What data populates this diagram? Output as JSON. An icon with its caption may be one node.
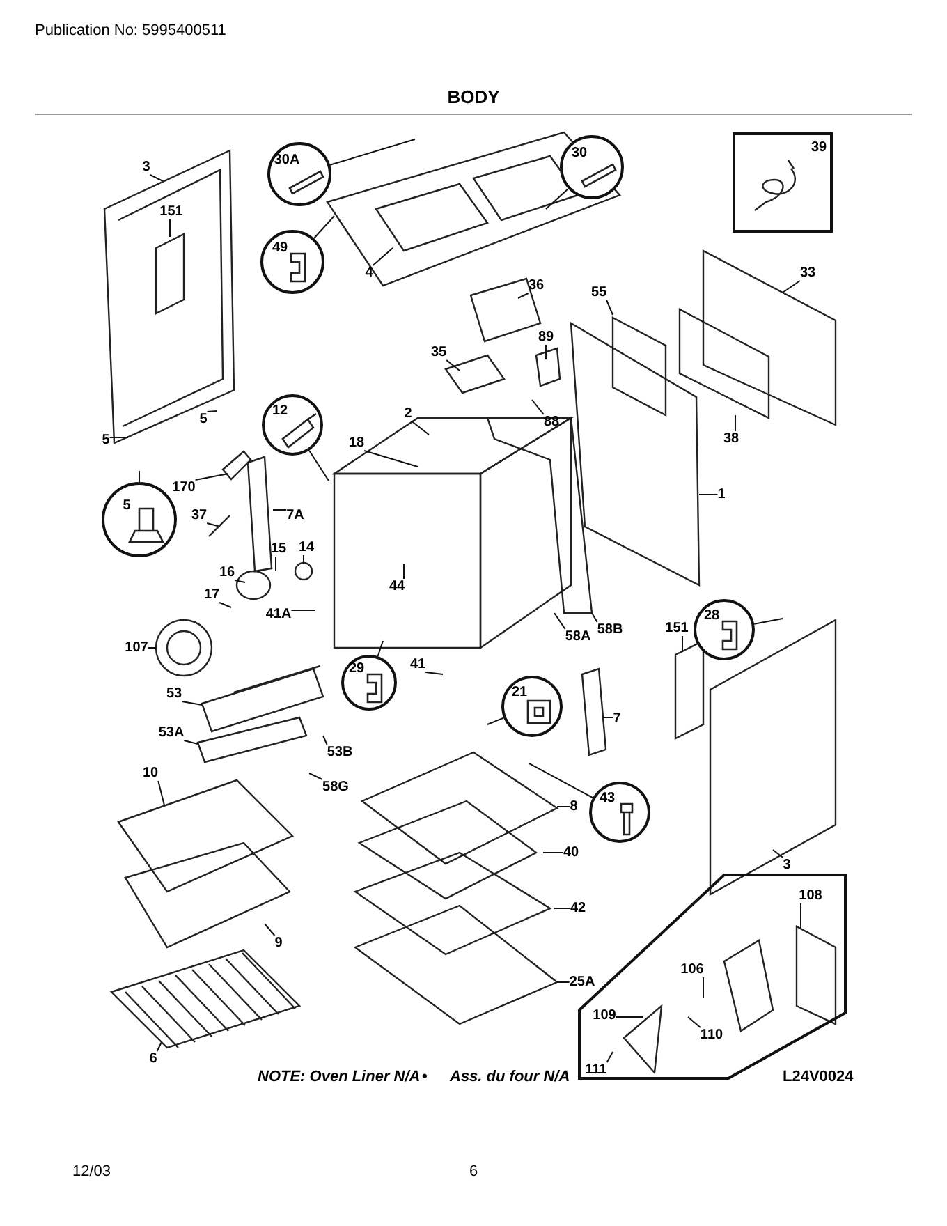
{
  "diagram": {
    "title": "BODY",
    "nodes": [
      {
        "text": [
          "3"
        ]
      },
      {
        "text": [
          "30A"
        ]
      },
      {
        "text": [
          "30"
        ]
      },
      {
        "text": [
          "39"
        ]
      },
      {
        "text": [
          "151"
        ]
      },
      {
        "text": [
          "4"
        ]
      },
      {
        "text": [
          "49"
        ]
      },
      {
        "text": [
          "33"
        ]
      },
      {
        "text": [
          "36"
        ]
      },
      {
        "text": [
          "55"
        ]
      },
      {
        "text": [
          "35"
        ]
      },
      {
        "text": [
          "89"
        ]
      },
      {
        "text": [
          "88"
        ]
      },
      {
        "text": [
          "5"
        ]
      },
      {
        "text": [
          "2"
        ]
      },
      {
        "text": [
          "12"
        ]
      },
      {
        "text": [
          "38"
        ]
      },
      {
        "text": [
          "18"
        ]
      },
      {
        "text": [
          "5"
        ]
      },
      {
        "text": [
          "170"
        ]
      },
      {
        "text": [
          "1"
        ]
      },
      {
        "text": [
          "5"
        ]
      },
      {
        "text": [
          "7A"
        ]
      },
      {
        "text": [
          "37"
        ]
      },
      {
        "text": [
          "15"
        ]
      },
      {
        "text": [
          "14"
        ]
      },
      {
        "text": [
          "16"
        ]
      },
      {
        "text": [
          "17"
        ]
      },
      {
        "text": [
          "44"
        ]
      },
      {
        "text": [
          "41A"
        ]
      },
      {
        "text": [
          "58A"
        ]
      },
      {
        "text": [
          "58B"
        ]
      },
      {
        "text": [
          "28"
        ]
      },
      {
        "text": [
          "151"
        ]
      },
      {
        "text": [
          "107"
        ]
      },
      {
        "text": [
          "41"
        ]
      },
      {
        "text": [
          "29"
        ]
      },
      {
        "text": [
          "53"
        ]
      },
      {
        "text": [
          "21"
        ]
      },
      {
        "text": [
          "7"
        ]
      },
      {
        "text": [
          "53A"
        ]
      },
      {
        "text": [
          "53B"
        ]
      },
      {
        "text": [
          "10"
        ]
      },
      {
        "text": [
          "58G"
        ]
      },
      {
        "text": [
          "8"
        ]
      },
      {
        "text": [
          "43"
        ]
      },
      {
        "text": [
          "40"
        ]
      },
      {
        "text": [
          "3"
        ]
      },
      {
        "text": [
          "42"
        ]
      },
      {
        "text": [
          "9"
        ]
      },
      {
        "text": [],
        "shape": "box"
      },
      {
        "text": [
          "108"
        ],
        "in": 50
      },
      {
        "text": [
          "106"
        ],
        "in": 50
      },
      {
        "text": [
          "25A"
        ]
      },
      {
        "text": [
          "109"
        ],
        "in": 50
      },
      {
        "text": [
          "110"
        ],
        "in": 50
      },
      {
        "text": [
          "111"
        ],
        "in": 50
      },
      {
        "text": [
          "6"
        ]
      }
    ],
    "edges": [
      {
        "from": 0,
        "to": null,
        "arrow": "none"
      },
      {
        "from": 1,
        "to": null,
        "arrow": "none"
      },
      {
        "from": 2,
        "to": null,
        "arrow": "none"
      },
      {
        "from": 4,
        "to": null,
        "arrow": "none"
      },
      {
        "from": 5,
        "to": null,
        "arrow": "none"
      },
      {
        "from": 6,
        "to": null,
        "arrow": "none"
      },
      {
        "from": 7,
        "to": null,
        "arrow": "none"
      },
      {
        "from": 8,
        "to": null,
        "arrow": "none"
      },
      {
        "from": 9,
        "to": null,
        "arrow": "none"
      },
      {
        "from": 10,
        "to": null,
        "arrow": "none"
      },
      {
        "from": 11,
        "to": null,
        "arrow": "none"
      },
      {
        "from": 12,
        "to": null,
        "arrow": "none"
      },
      {
        "from": 13,
        "to": null,
        "arrow": "none"
      },
      {
        "from": 14,
        "to": null,
        "arrow": "none"
      },
      {
        "from": 15,
        "to": null,
        "arrow": "none"
      },
      {
        "from": 16,
        "to": null,
        "arrow": "none"
      },
      {
        "from": 17,
        "to": null,
        "arrow": "none"
      },
      {
        "from": 18,
        "to": null,
        "arrow": "none"
      },
      {
        "from": 19,
        "to": null,
        "arrow": "none"
      },
      {
        "from": 20,
        "to": null,
        "arrow": "none"
      },
      {
        "from": 21,
        "to": null,
        "arrow": "none"
      },
      {
        "from": 22,
        "to": null,
        "arrow": "none"
      },
      {
        "from": 23,
        "to": null,
        "arrow": "none"
      },
      {
        "from": 24,
        "to": null,
        "arrow": "none"
      },
      {
        "from": 25,
        "to": null,
        "arrow": "none"
      },
      {
        "from": 26,
        "to": null,
        "arrow": "none"
      },
      {
        "from": 27,
        "to": null,
        "arrow": "none"
      },
      {
        "from": 28,
        "to": null,
        "arrow": "none"
      },
      {
        "from": 29,
        "to": null,
        "arrow": "none"
      },
      {
        "from": 30,
        "to": null,
        "arrow": "none"
      },
      {
        "from": 31,
        "to": null,
        "arrow": "none"
      },
      {
        "from": 32,
        "to": null,
        "arrow": "none"
      },
      {
        "from": 33,
        "to": null,
        "arrow": "none"
      },
      {
        "from": 34,
        "to": null,
        "arrow": "none"
      },
      {
        "from": 35,
        "to": null,
        "arrow": "none"
      },
      {
        "from": 36,
        "to": null,
        "arrow": "none"
      },
      {
        "from": 37,
        "to": null,
        "arrow": "none"
      },
      {
        "from": 38,
        "to": null,
        "arrow": "none"
      },
      {
        "from": 39,
        "to": null,
        "arrow": "none"
      },
      {
        "from": 40,
        "to": null,
        "arrow": "none"
      },
      {
        "from": 41,
        "to": null,
        "arrow": "none"
      },
      {
        "from": 42,
        "to": null,
        "arrow": "none"
      },
      {
        "from": 43,
        "to": null,
        "arrow": "none"
      },
      {
        "from": 44,
        "to": null,
        "arrow": "none"
      },
      {
        "from": 45,
        "to": null,
        "arrow": "none"
      },
      {
        "from": 46,
        "to": null,
        "arrow": "none"
      },
      {
        "from": 47,
        "to": null,
        "arrow": "none"
      },
      {
        "from": 48,
        "to": null,
        "arrow": "none"
      },
      {
        "from": 49,
        "to": null,
        "arrow": "none"
      },
      {
        "from": 51,
        "to": null,
        "arrow": "none"
      },
      {
        "from": 52,
        "to": null,
        "arrow": "none"
      },
      {
        "from": 53,
        "to": null,
        "arrow": "none"
      },
      {
        "from": 54,
        "to": null,
        "arrow": "none"
      },
      {
        "from": 55,
        "to": null,
        "arrow": "none"
      },
      {
        "from": 56,
        "to": null,
        "arrow": "none"
      },
      {
        "from": 57,
        "to": null,
        "arrow": "none"
      }
    ],
    "labels": [
      "Publication No: 5995400511",
      "NOTE: Oven Liner N/A",
      "•",
      "Ass. du four N/A",
      "L24V0024",
      "12/03",
      "6"
    ]
  }
}
